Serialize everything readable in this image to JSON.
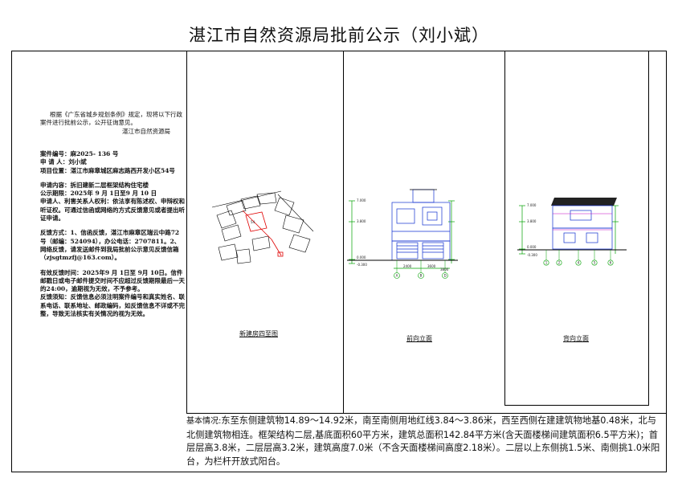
{
  "title": "湛江市自然资源局批前公示（刘小斌）",
  "notice": {
    "intro": "根据《广东省城乡规划条例》规定，现将以下行政案件进行批前公示，公开征询意见。",
    "issuer": "湛江市自然资源局",
    "case_no": "案件编号：麻2025- 136  号",
    "applicant": "申 请 人：刘小斌",
    "location": "项目位置：湛江市麻章城区麻志路西开发小区54号",
    "content": "申请内容：拆旧建新二层框架结构住宅楼",
    "period": "公示期限：2025年 9 月 1日至9 月 10 日",
    "rights": "申请人、利害关系人权利：依法享有陈述权、申辩权和听证权。可通过信函或网络的方式反馈意见或者提出听证申请。",
    "feedback": "反馈方式：1、信函反馈，湛江市麻章区瑞云中路72号（邮编：524094），办公电话：2707811。2、网络反馈，请发送邮件到我局批前公示意见反馈信箱（zjsgtmzfj@163.com）。",
    "valid_time": "有效反馈时间：2025年9 月 1日至 9月 10日。信件邮戳日或电子邮件提交时间不应超过反馈期限最后一天的24:00，逾期视为无效，不予参考。",
    "notes": "反馈须知：反馈信息必须注明案件编号和真实姓名、联系电话、联系地址、邮政编码，如反馈信息不详或不完整，导致无法核实有关情况的视为无效。"
  },
  "panels": {
    "site_plan_label": "新建房四至图",
    "front_label": "前向立面",
    "back_label": "背向立面"
  },
  "front_elevation": {
    "axis_labels": [
      "A",
      "B",
      "D"
    ],
    "dims_bottom": [
      "2400",
      "3600",
      "3800"
    ],
    "dims_left": [
      "7.000",
      "3.800",
      "0.000",
      "-0.300"
    ]
  },
  "back_elevation": {
    "axis_labels": [
      "1",
      "2",
      "4",
      "5",
      "6"
    ],
    "dims_left": [
      "7.000",
      "3.800",
      "0.000",
      "-0.300"
    ]
  },
  "basic_info": {
    "label": "基本情况:",
    "text": "东至东侧建筑物14.89～14.92米，南至南侧用地红线3.84～3.86米，西至西侧在建建筑物地基0.48米，北与北侧建筑物相连。框架结构二层,基底面积60平方米，建筑总面积142.84平方米(含天面楼梯间建筑面积6.5平方米)；首层层高3.8米，二层层高3.2米，建筑高度7.0米（不含天面楼梯间高度2.18米）。二层以上东侧挑1.5米、南侧挑1.0米阳台，为栏杆开放式阳台。"
  },
  "colors": {
    "site_red": "#e00000",
    "elev_green": "#00a000",
    "elev_blue": "#1030d0",
    "elev_magenta": "#c000c0"
  }
}
